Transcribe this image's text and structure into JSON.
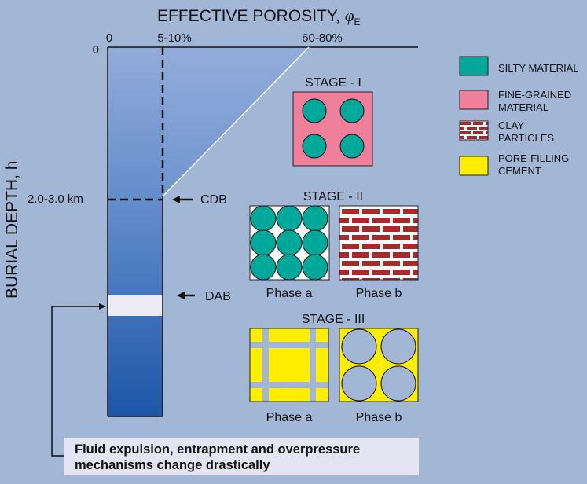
{
  "title": "EFFECTIVE POROSITY, ",
  "title_symbol": "φ",
  "title_subscript": "E",
  "y_axis_label": "BURIAL DEPTH, h",
  "x_ticks": [
    "0",
    "5-10%",
    "60-80%"
  ],
  "y_tick_zero": "0",
  "depth_label": "2.0-3.0 km",
  "markers": {
    "cdb": "CDB",
    "dab": "DAB"
  },
  "stages": {
    "stage1": {
      "title": "STAGE - I"
    },
    "stage2": {
      "title": "STAGE - II",
      "phase_a": "Phase a",
      "phase_b": "Phase b"
    },
    "stage3": {
      "title": "STAGE - III",
      "phase_a": "Phase a",
      "phase_b": "Phase b"
    }
  },
  "legend": [
    {
      "line1": "SILTY MATERIAL",
      "line2": "",
      "swatch": "teal"
    },
    {
      "line1": "FINE-GRAINED",
      "line2": "MATERIAL",
      "swatch": "pink"
    },
    {
      "line1": "CLAY",
      "line2": "PARTICLES",
      "swatch": "brick"
    },
    {
      "line1": "PORE-FILLING",
      "line2": "CEMENT",
      "swatch": "yellow"
    }
  ],
  "note": {
    "line1": "Fluid expulsion, entrapment and overpressure",
    "line2": "mechanisms change drastically"
  },
  "colors": {
    "background": "#a2b6d6",
    "teal": "#00a89a",
    "pink": "#f07f9c",
    "brick": "#a52a2a",
    "yellow": "#ffee00",
    "column_top": "#8fa8d9",
    "column_bottom": "#1e5aa8",
    "dab_band": "#ecebf6"
  }
}
